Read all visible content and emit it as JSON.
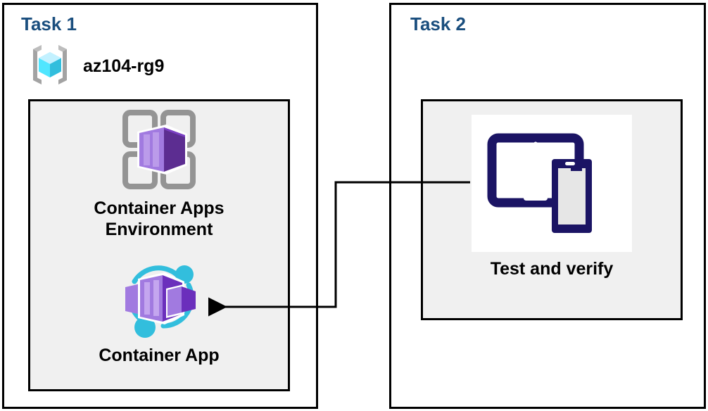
{
  "diagram": {
    "title_color": "#1a4e7e",
    "panels": [
      {
        "id": "task1",
        "title": "Task 1",
        "resource_group": {
          "icon": "resource-group-icon",
          "name": "az104-rg9"
        },
        "nodes": [
          {
            "id": "container-apps-environment",
            "icon": "container-apps-environment-icon",
            "label": "Container Apps\nEnvironment"
          },
          {
            "id": "container-app",
            "icon": "container-app-icon",
            "label": "Container App"
          }
        ]
      },
      {
        "id": "task2",
        "title": "Task 2",
        "nodes": [
          {
            "id": "test-and-verify",
            "icon": "devices-icon",
            "label": "Test and verify"
          }
        ]
      }
    ],
    "connector": {
      "name": "test-to-container-app-arrow",
      "from": "test-and-verify",
      "to": "container-app",
      "color": "#000000"
    },
    "colors": {
      "task_title": "#1a4e7e",
      "panel_border": "#000000",
      "inner_box_fill": "#f0f0f0",
      "resource_group_cube": "#50e6ff",
      "container_purple": "#8661c5",
      "container_purple_dark": "#6b2fbc",
      "accent_cyan": "#32bedd",
      "device_navy": "#1b1464"
    }
  }
}
